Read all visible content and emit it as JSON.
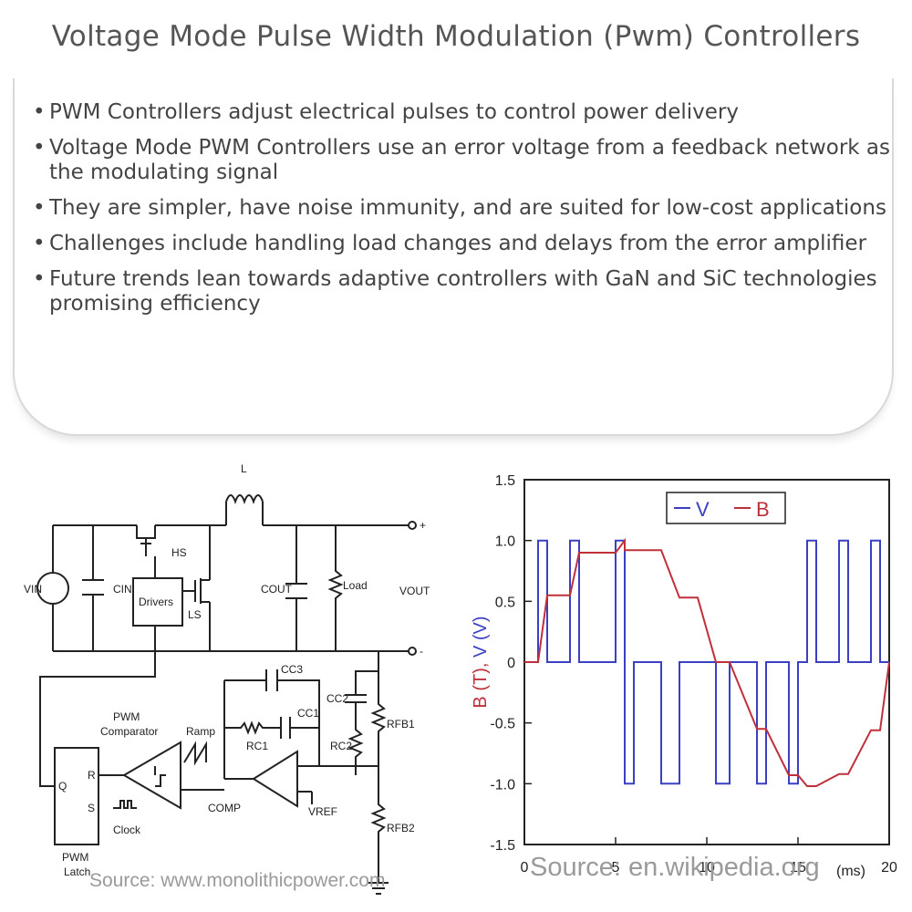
{
  "title": "Voltage Mode Pulse Width Modulation (Pwm) Controllers",
  "bullets": [
    "PWM Controllers adjust electrical pulses to control power delivery",
    "Voltage Mode PWM Controllers use an error voltage from a feedback network as the modulating signal",
    "They are simpler, have noise immunity, and are suited for low-cost applications",
    "Challenges include handling load changes and delays from the error amplifier",
    "Future trends lean towards adaptive controllers with GaN and SiC technologies promising efficiency"
  ],
  "circuit": {
    "labels": {
      "L": "L",
      "HS": "HS",
      "LS": "LS",
      "drivers": "Drivers",
      "vin": "VIN",
      "cin": "CIN",
      "cout": "COUT",
      "load": "Load",
      "vout": "VOUT",
      "plus": "+",
      "minus": "-",
      "cc3": "CC3",
      "cc1": "CC1",
      "rc1": "RC1",
      "cc2": "CC2",
      "rc2": "RC2",
      "rfb1": "RFB1",
      "rfb2": "RFB2",
      "vref": "VREF",
      "comp": "COMP",
      "ramp": "Ramp",
      "pwm_comparator_1": "PWM",
      "pwm_comparator_2": "Comparator",
      "latch_1": "PWM",
      "latch_2": "Latch",
      "q": "Q",
      "r": "R",
      "s": "S",
      "clock": "Clock"
    },
    "source": "Source: www.monolithicpower.com"
  },
  "chart_data": {
    "type": "line",
    "title": "",
    "xlabel": "(ms)",
    "ylabel": "B (T), V (V)",
    "xlim": [
      0,
      20
    ],
    "ylim": [
      -1.5,
      1.5
    ],
    "x_ticks": [
      "0",
      "5",
      "10",
      "15",
      "20"
    ],
    "y_ticks": [
      "1.5",
      "1.0",
      "0.5",
      "0",
      "-0.5",
      "-1.0",
      "-1.5"
    ],
    "grid": false,
    "legend_position": "top-center",
    "series": [
      {
        "name": "V",
        "color": "#3a3fc4",
        "points": [
          [
            0,
            0
          ],
          [
            0.75,
            0
          ],
          [
            0.75,
            1
          ],
          [
            1.25,
            1
          ],
          [
            1.25,
            0
          ],
          [
            2.5,
            0
          ],
          [
            2.5,
            1
          ],
          [
            3,
            1
          ],
          [
            3,
            0
          ],
          [
            5,
            0
          ],
          [
            5,
            1
          ],
          [
            5.5,
            1
          ],
          [
            5.5,
            0
          ],
          [
            5.5,
            0
          ],
          [
            5.5,
            -1
          ],
          [
            6,
            -1
          ],
          [
            6,
            0
          ],
          [
            7.5,
            0
          ],
          [
            7.5,
            -1
          ],
          [
            8.5,
            -1
          ],
          [
            8.5,
            0
          ],
          [
            10.5,
            0
          ],
          [
            10.5,
            -1
          ],
          [
            11.25,
            -1
          ],
          [
            11.25,
            0
          ],
          [
            12.75,
            0
          ],
          [
            12.75,
            -1
          ],
          [
            13.25,
            -1
          ],
          [
            13.25,
            0
          ],
          [
            14.5,
            0
          ],
          [
            14.5,
            -1
          ],
          [
            15,
            -1
          ],
          [
            15,
            0
          ],
          [
            15.5,
            0
          ],
          [
            15.5,
            1
          ],
          [
            16,
            1
          ],
          [
            16,
            0
          ],
          [
            17.25,
            0
          ],
          [
            17.25,
            1
          ],
          [
            17.75,
            1
          ],
          [
            17.75,
            0
          ],
          [
            19,
            0
          ],
          [
            19,
            1
          ],
          [
            19.5,
            1
          ],
          [
            19.5,
            0
          ],
          [
            20,
            0
          ]
        ]
      },
      {
        "name": "B",
        "color": "#c0303a",
        "points": [
          [
            0,
            0
          ],
          [
            0.75,
            0
          ],
          [
            1.25,
            0.55
          ],
          [
            2.5,
            0.55
          ],
          [
            3,
            0.9
          ],
          [
            5,
            0.9
          ],
          [
            5.5,
            1.0
          ],
          [
            5.5,
            0.92
          ],
          [
            7.5,
            0.92
          ],
          [
            8.5,
            0.53
          ],
          [
            9.5,
            0.53
          ],
          [
            10.5,
            0
          ],
          [
            11.25,
            0
          ],
          [
            12.75,
            -0.55
          ],
          [
            13.25,
            -0.55
          ],
          [
            14.5,
            -0.93
          ],
          [
            15,
            -0.93
          ],
          [
            15.5,
            -1.02
          ],
          [
            16,
            -1.02
          ],
          [
            17.25,
            -0.92
          ],
          [
            17.75,
            -0.92
          ],
          [
            19,
            -0.56
          ],
          [
            19.5,
            -0.56
          ],
          [
            20,
            0
          ]
        ]
      }
    ],
    "source": "Source: en.wikipedia.org"
  }
}
